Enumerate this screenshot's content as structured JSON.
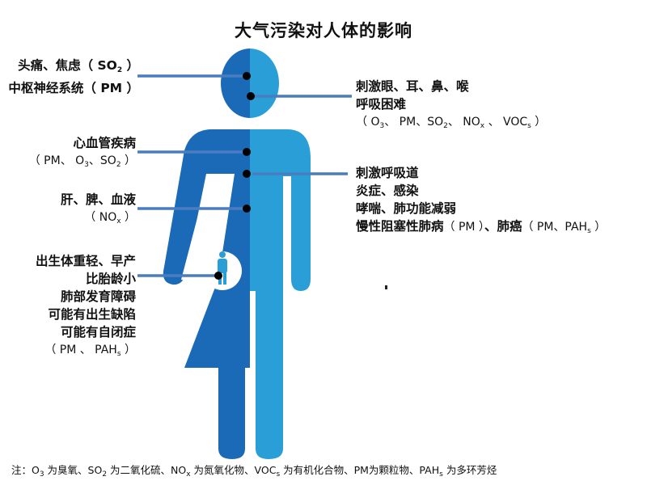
{
  "title": "大气污染对人体的影响",
  "colors": {
    "figure_dark": "#1a6ab8",
    "figure_light": "#2a9ed6",
    "pointer_line": "#4a7cc0",
    "dot": "#000000"
  },
  "left_labels": [
    {
      "lines": [
        "头痛、焦虑（ SO₂ ）",
        "中枢神经系统（ PM ）"
      ],
      "target": "head"
    },
    {
      "lines": [
        "心血管疾病",
        "（ PM、 O₃、SO₂ ）"
      ],
      "target": "chest"
    },
    {
      "lines": [
        "肝、脾、血液",
        "（ NOx ）"
      ],
      "target": "abdomen"
    },
    {
      "lines": [
        "出生体重轻、早产",
        "比胎龄小",
        "肺部发育障碍",
        "可能有出生缺陷",
        "可能有自闭症",
        "（ PM 、 PAHs ）"
      ],
      "target": "fetus"
    }
  ],
  "right_labels": [
    {
      "lines": [
        "刺激眼、耳、鼻、喉",
        "呼吸困难",
        "（ O₃、 PM、SO₂、 NOx 、 VOCs ）"
      ],
      "target": "face"
    },
    {
      "lines": [
        "刺激呼吸道",
        "炎症、感染",
        "哮喘、肺功能减弱",
        "慢性阻塞性肺病（ PM ）、肺癌（ PM、PAHs ）"
      ],
      "target": "lungs"
    }
  ],
  "labels": {
    "head1_text": "头痛、焦虑（ SO",
    "head1_sub": "2",
    "head1_end": " ）",
    "head2": "中枢神经系统（ PM ）",
    "heart1": "心血管疾病",
    "heart2a": "（ PM、 O",
    "heart2_sub1": "3",
    "heart2b": "、SO",
    "heart2_sub2": "2",
    "heart2c": " ）",
    "liver1": "肝、脾、血液",
    "liver2a": "（ NO",
    "liver2_sub": "x",
    "liver2b": " ）",
    "fetus1": "出生体重轻、早产",
    "fetus2": "比胎龄小",
    "fetus3": "肺部发育障碍",
    "fetus4": "可能有出生缺陷",
    "fetus5": "可能有自闭症",
    "fetus6a": "（ PM 、 PAH",
    "fetus6_sub": "s",
    "fetus6b": " ）",
    "eye1": "刺激眼、耳、鼻、喉",
    "eye2": "呼吸困难",
    "eye3a": "（ O",
    "eye3_sub1": "3",
    "eye3b": "、 PM、SO",
    "eye3_sub2": "2",
    "eye3c": "、 NO",
    "eye3_sub3": "x",
    "eye3d": " 、 VOC",
    "eye3_sub4": "s",
    "eye3e": " ）",
    "lung1": "刺激呼吸道",
    "lung2": "炎症、感染",
    "lung3": "哮喘、肺功能减弱",
    "lung4a": "慢性阻塞性肺病",
    "lung4b": "（ PM ）",
    "lung4c": "、肺癌",
    "lung4d": "（ PM、PAH",
    "lung4_sub": "s",
    "lung4e": " ）"
  },
  "note": {
    "prefix": "注：O",
    "s1": "3",
    "t1": " 为臭氧、SO",
    "s2": "2",
    "t2": " 为二氧化硫、NO",
    "s3": "x",
    "t3": " 为氮氧化物、VOC",
    "s4": "s",
    "t4": " 为有机化合物、PM为颗粒物、PAH",
    "s5": "s",
    "t5": " 为多环芳烃"
  }
}
